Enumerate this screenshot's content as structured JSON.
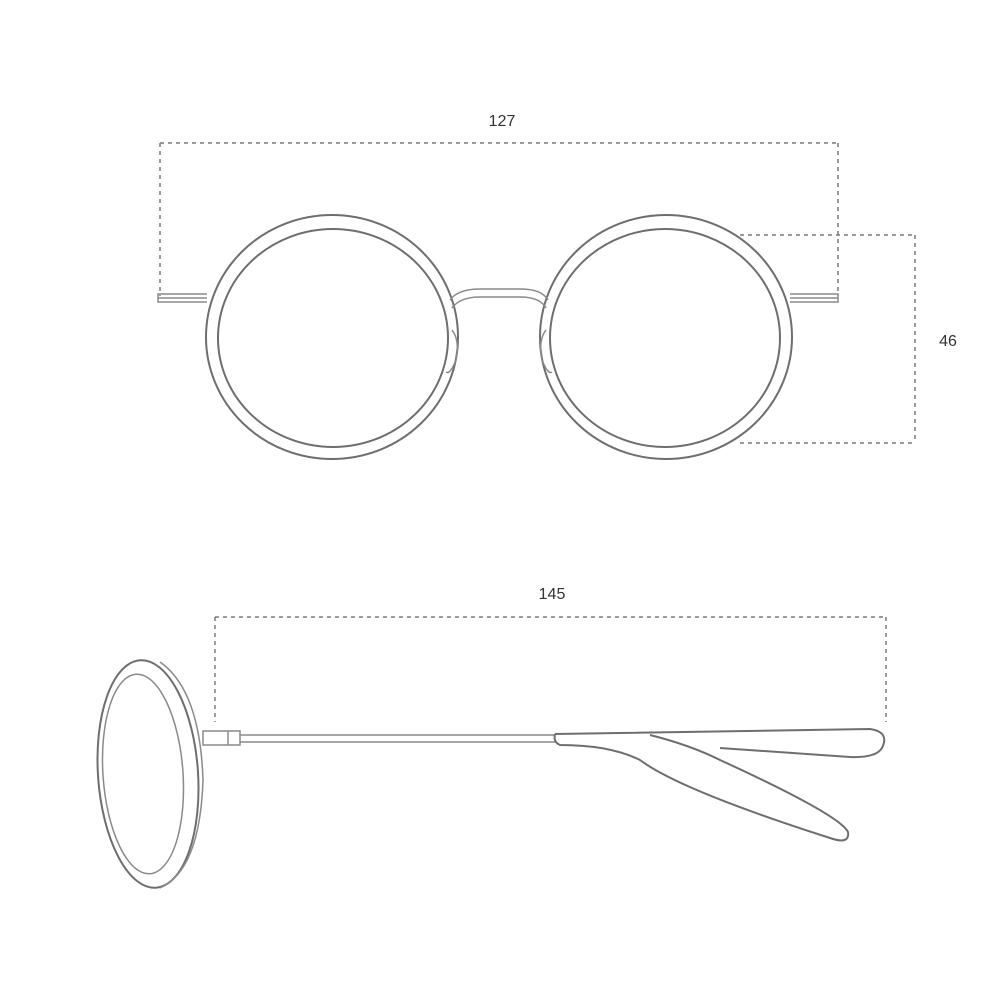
{
  "front_view": {
    "width_label": "127",
    "height_label": "46"
  },
  "side_view": {
    "temple_length_label": "145"
  },
  "colors": {
    "stroke": "#6e6e6e",
    "background": "#ffffff"
  }
}
